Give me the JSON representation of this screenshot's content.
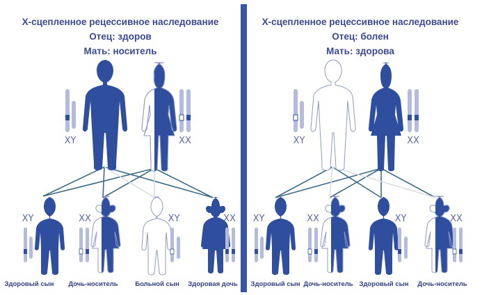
{
  "colors": {
    "affected": "#2f4f9e",
    "healthy": "#ffffff",
    "outline": "#8d99c6",
    "chromosome": "#b3bcdc",
    "band": "#2f4f9e",
    "divider": "#3956a6",
    "line": "#3d6b86",
    "line_light": "#d7dee4",
    "text": "#3b4a8f"
  },
  "panels": [
    {
      "title": "Х-сцепленное рецессивное наследование",
      "father_line": "Отец: здоров",
      "mother_line": "Мать: носитель",
      "father_label": "XY",
      "mother_label": "XX",
      "children": [
        {
          "label": "XY",
          "caption": "Здоровый сын",
          "status": "affected"
        },
        {
          "label": "XX",
          "caption": "Дочь-носитель",
          "status": "carrier"
        },
        {
          "label": "XY",
          "caption": "Больной сын",
          "status": "healthy"
        },
        {
          "label": "XX",
          "caption": "Здоровая дочь",
          "status": "affected"
        }
      ]
    },
    {
      "title": "Х-сцепленное рецессивное наследование",
      "father_line": "Отец: болен",
      "mother_line": "Мать: здорова",
      "father_label": "XY",
      "mother_label": "XX",
      "children": [
        {
          "label": "XY",
          "caption": "Здоровый сын",
          "status": "affected"
        },
        {
          "label": "XX",
          "caption": "Дочь-носитель",
          "status": "carrier"
        },
        {
          "label": "XY",
          "caption": "Здоровый сын",
          "status": "affected"
        },
        {
          "label": "XX",
          "caption": "Дочь-носитель",
          "status": "carrier"
        }
      ]
    }
  ]
}
